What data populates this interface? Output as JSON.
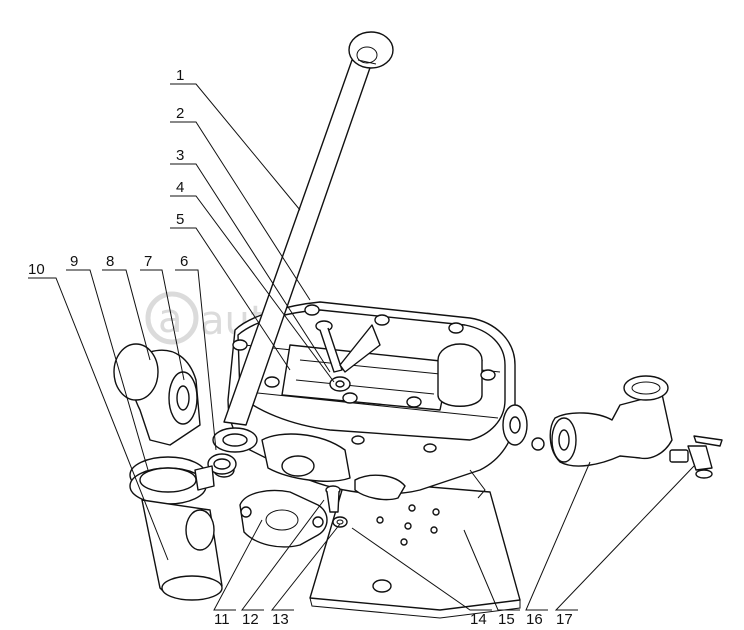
{
  "watermark": {
    "text": "autopiter.ru"
  },
  "callouts": [
    "1",
    "2",
    "3",
    "4",
    "5",
    "6",
    "7",
    "8",
    "9",
    "10",
    "11",
    "12",
    "13",
    "14",
    "15",
    "16",
    "17"
  ]
}
